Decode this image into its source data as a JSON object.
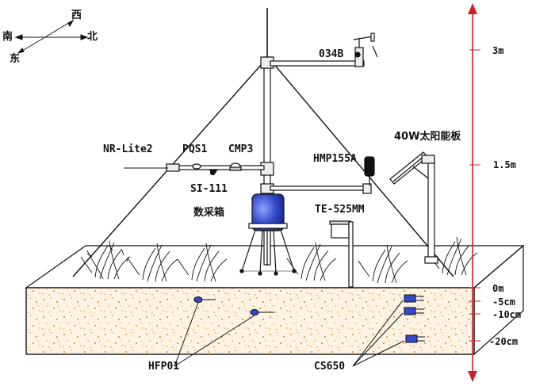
{
  "compass": {
    "west": "西",
    "south": "南",
    "north": "北",
    "east": "东"
  },
  "instruments": {
    "wind": "034B",
    "net_radiometer": "NR-Lite2",
    "par": "PQS1",
    "pyranometer": "CMP3",
    "ir_temp": "SI-111",
    "temp_humidity": "HMP155A",
    "rain_gauge": "TE-525MM",
    "solar_panel": "40W太阳能板",
    "datalogger_box": "数采箱",
    "heat_flux": "HFP01",
    "soil_probe": "CS650"
  },
  "height_scale": [
    "3m",
    "1.5m",
    "0m",
    "-5cm",
    "-10cm",
    "-20cm"
  ],
  "colors": {
    "line": "#111111",
    "scale_arrow": "#d0202a",
    "soil_speckle": "#d9822b",
    "box_blue": "#3348c8"
  }
}
